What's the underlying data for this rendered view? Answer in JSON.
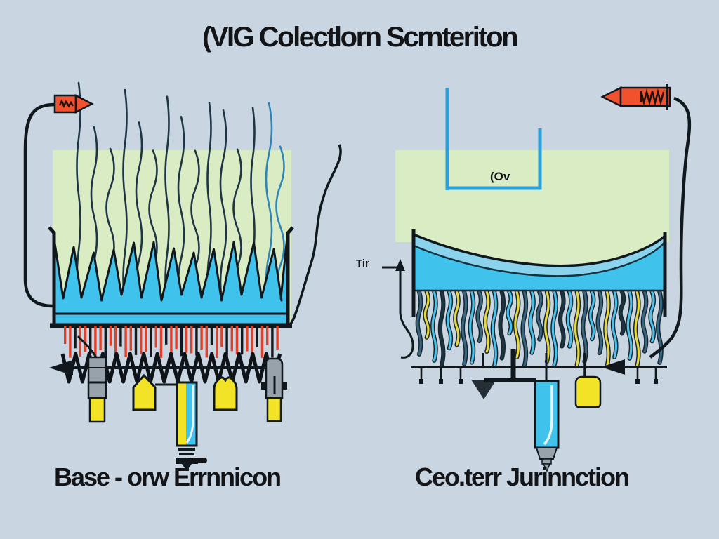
{
  "title": "(VIG Colectlorn Scrnteriton",
  "left_diagram": {
    "caption_pre": "Base - orw E",
    "caption_bar": "rr",
    "caption_post": "nnicon"
  },
  "right_diagram": {
    "caption": "Ceo.terr Jurinnction",
    "bracket_label": "(Ov",
    "inlet_label": "Tir"
  },
  "colors": {
    "background": "#c9d5e1",
    "green": "#d9ecc4",
    "cyan": "#3fc2ec",
    "cyanlight": "#8bd2ec",
    "outline": "#10181e",
    "combred": "#e0402a",
    "penred": "#f1512d",
    "yellow": "#f2e326",
    "gray": "#98a2ab",
    "bracket": "#2d9fd9",
    "filament": "#1d3545",
    "filblue": "#2e86b8"
  }
}
